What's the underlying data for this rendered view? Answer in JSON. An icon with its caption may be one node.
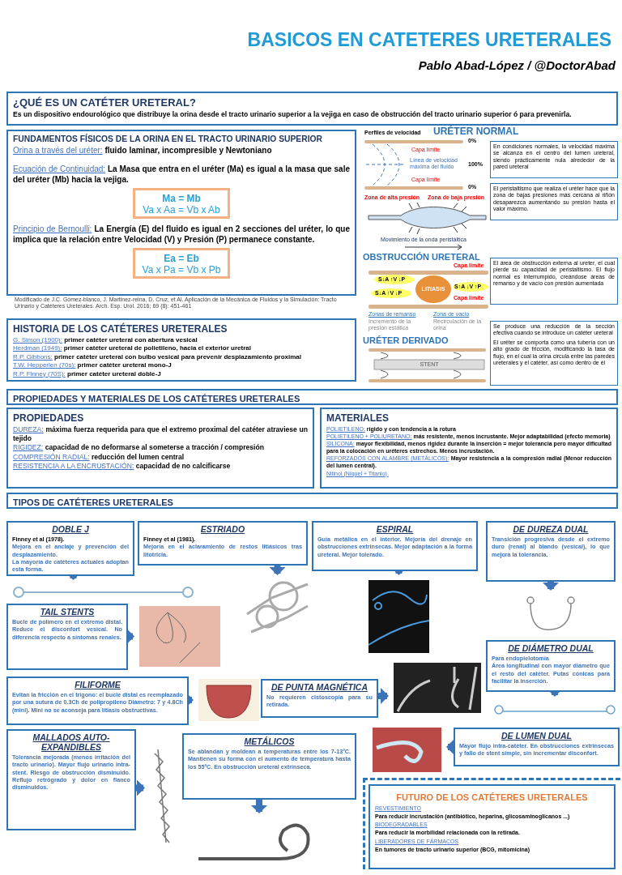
{
  "diagram": {
    "title": "BASICOS EN CATETERES URETERALES",
    "nodes": [
      {
        "text": [
          "¿QUÉ ES UN CATÉTER URETERAL?",
          "Es un dispositivo endourológico que distribuye la orina desde el tracto urinario superior a la vejiga en caso de obstrucción del tracto urinario superior ó para prevenirla."
        ]
      },
      {
        "text": [
          "FUNDAMENTOS FÍSICOS DE LA ORINA EN EL TRACTO URINARIO SUPERIOR",
          "Orina a través del uréter:",
          "fluido laminar, incompresible y Newtoniano",
          "Ecuación de Continuidad:",
          "La Masa que entra en el uréter (Ma) es igual a la masa que sale del uréter (Mb) hacia la vejiga.",
          "Principio de Bernoulli:",
          "La Energía (E) del fluido es igual en 2 secciones del uréter, lo que implica que la relación entre Velocidad (V) y Presión (P) permanece constante."
        ]
      },
      {
        "text": [
          "Ma = Mb",
          "Va x Aa = Vb x Ab"
        ],
        "in": 1
      },
      {
        "text": [
          "Ea = Eb",
          "Va x Pa = Vb x Pb"
        ],
        "in": 1
      },
      {
        "text": [
          "HISTORIA DE LOS CATÉTERES URETERALES",
          "G. Simon (1900):",
          "primer catéter ureteral con abertura vesical",
          "Herdman (1949):",
          "primer catéter ureteral de polietileno, hacia el exterior uretral",
          "R.P. Gibbons:",
          "primer catéter ureteral con bulbo vesical para prevenir desplazamiento proximal",
          "T.W. Hepperlen (70s):",
          "primer catéter ureteral mono-J",
          "R.P. Finney (70S):",
          "primer catéter ureteral doble-J"
        ]
      },
      {
        "text": [
          "En condiciones normales, la velocidad máxima se alcanza en el centro del lumen ureteral, siendo prácticamente nula alrededor de la pared ureteral"
        ]
      },
      {
        "text": [
          "El peristaltismo que realiza el uréter hace que la zona de bajas presiones más cercana al riñón desaparezca aumentando su presión hasta el valor máximo."
        ]
      },
      {
        "text": [
          "El área de obstrucción externa al ureter, el cual pierde su capacidad de peristaltismo. El flujo normal es interrumpido, creándose áreas de remanso y de vacío con presión aumentada"
        ]
      },
      {
        "text": [
          "Se produce una reducción de la sección efectiva cuando se introduce un catéter ureteral",
          "El uréter se comporta como una tubería con un alto grado de fricción, modificando la tasa de flujo, en el cual la orina circula entre las paredes ureterales y el catéter, así como dentro de él"
        ]
      },
      {
        "text": [
          "PROPIEDADES Y MATERIALES DE LOS CATÉTERES URETERALES"
        ]
      },
      {
        "text": [
          "PROPIEDADES",
          "DUREZA:",
          "máxima fuerza requerida para que el extremo proximal del catéter atraviese un tejido",
          "RIGIDEZ:",
          "capacidad de no deformarse al someterse a tracción / compresión",
          "COMPRESIÓN RADIAL:",
          "reducción del lumen central",
          "RESISTENCIA A LA ENCRUSTACIÓN:",
          "capacidad de no calcificarse"
        ]
      },
      {
        "text": [
          "MATERIALES",
          "POLIETILENO:",
          "rígido y con tendencia a la rotura",
          "POLIETILENO + POLIURETANO:",
          "más resistente, menos incrustante. Mejor adaptabilidad (efecto memoria)",
          "SILICONA:",
          "mayor flexibilidad, menos rigidez durante la inserción = mejor tolerancia pero mayor dificultad para la colocación en uréteres estrechos. Menos incrustación.",
          "REFORZADOS CON ALAMBRE (METÁLICOS):",
          "Mayor resistencia a la compresión radial (Menor reducción del lumen central).",
          "Nitinol (Níquel + Titanio)."
        ]
      },
      {
        "text": [
          "TIPOS DE CATÉTERES URETERALES"
        ]
      },
      {
        "text": [
          "DOBLE J",
          "Finney et al (1978).",
          "Mejora en el anclaje y prevención del desplazamiento.",
          "La mayoría de catéteres actuales adoptan esta forma."
        ]
      },
      {
        "text": [],
        "shape": "picture"
      },
      {
        "text": [
          "ESTRIADO",
          "Finney et al (1981).",
          "Mejoría en el aclaramiento de restos litiásicos tras litotricia."
        ]
      },
      {
        "text": [],
        "shape": "picture"
      },
      {
        "text": [
          "ESPIRAL",
          "Guía metálica en el interior. Mejoría del drenaje en obstrucciones extrínsecas. Mejor adaptación a la forma ureteral. Mejor tolerado."
        ]
      },
      {
        "text": [],
        "shape": "picture"
      },
      {
        "text": [
          "DE DUREZA DUAL",
          "Transición progresiva desde el extremo duro (renal) al blando (vesical), lo que mejora la tolerancia."
        ]
      },
      {
        "text": [],
        "shape": "picture"
      },
      {
        "text": [
          "TAIL STENTS",
          "Bucle de polímero en el extremo distal. Reduce el disconfort vesical. No diferencia respecto a síntomas renales."
        ]
      },
      {
        "text": [],
        "shape": "picture"
      },
      {
        "text": [
          "DE DIÁMETRO DUAL",
          "Para endopielotomía",
          "Área longitudinal con mayor diámetro que el resto del catéter. Putas cónicas para facilitar la inserción."
        ]
      },
      {
        "text": [],
        "shape": "picture"
      },
      {
        "text": [
          "FILIFORME",
          "Evitan la fricción en el trígono: el bucle distal es reemplazado por una sutura de 0.3Ch de polipropileno Diámetro: 7 y 4.8Ch (mini). Mini no se aconseja para litiasis obstructivas."
        ]
      },
      {
        "text": [],
        "shape": "picture"
      },
      {
        "text": [
          "DE PUNTA MAGNÉTICA",
          "No requieren cistoscopia para su retirada."
        ]
      },
      {
        "text": [],
        "shape": "picture"
      },
      {
        "text": [
          "DE LUMEN DUAL",
          "Mayor flujo intra-catéter. En obstrucciones extrínsecas y fallo de stent simple, sin incrementar disconfort."
        ]
      },
      {
        "text": [],
        "shape": "picture"
      },
      {
        "text": [
          "MALLADOS AUTO-EXPANDIBLES",
          "Tolerancia mejorada (menos irritación del tracto urinario). Mayor flujo urinario intra-stent. Riesgo de obstrucción disminuido. Reflujo retrógrado y dolor en flanco disminuidos."
        ]
      },
      {
        "text": [],
        "shape": "picture"
      },
      {
        "text": [
          "METÁLICOS",
          "Se ablandan y moldean a temperaturas entre los 7-13ºC. Mantienen su forma con el aumento de temperatura hasta los 55ºC. En obstrucción ureteral extrínseca."
        ]
      },
      {
        "text": [],
        "shape": "picture"
      },
      {
        "text": [
          "FUTURO DE LOS CATÉTERES URETERALES",
          "REVESTIMIENTO",
          "Para reducir incrustación (antibiótico, heparina, glicosaminoglicanos ...)",
          "BIODEGRADABLES",
          "Para reducir la morbilidad relacionada con la retirada.",
          "LIBERADORES DE FÁRMACOS",
          "En tumores de tracto urinario superior (BCG, mitomicina)"
        ]
      }
    ],
    "edges": [
      {
        "from": 13,
        "to": 14,
        "arrow": "to"
      },
      {
        "from": 15,
        "to": 16,
        "arrow": "to"
      },
      {
        "from": 17,
        "to": 18,
        "arrow": "to"
      },
      {
        "from": 19,
        "to": 20,
        "arrow": "to"
      },
      {
        "from": 21,
        "to": 22,
        "arrow": "to"
      },
      {
        "from": 23,
        "to": 24,
        "arrow": "to"
      },
      {
        "from": 25,
        "to": 26,
        "arrow": "to"
      },
      {
        "from": 27,
        "to": 28,
        "arrow": "to"
      },
      {
        "from": 29,
        "to": 30,
        "arrow": "to"
      },
      {
        "from": 31,
        "to": 32,
        "arrow": "to"
      },
      {
        "from": 33,
        "to": 34,
        "arrow": "to"
      }
    ],
    "labels": [
      "Pablo Abad-López / @DoctorAbad",
      "Modificado de J.C. Gómez-blanco, J. Martinez-reina, D. Cruz, et Al. Aplicación de la Mecánica de Fluidos y la Simulación: Tracto Urinario y Catéteres Ureterales. Arch. Esp. Urol. 2016; 69 (8): 451-461",
      "Perfiles de velocidad",
      "URÉTER NORMAL",
      "Capa límite",
      "Línea de velocidad máxima del fluido",
      "Capa límite",
      "0%",
      "100%",
      "0%",
      "Zona de alta presión",
      "Zona de baja presión",
      "Movimiento de la onda peristáltica",
      "OBSTRUCCIÓN URETERAL",
      "Capa límite",
      "S↓A ↑V ↓P",
      "LITIASIS",
      "S↓A ↑V ↓P",
      "S↑A ↓V ↑P",
      "Capa límite",
      "Zonas de remanso",
      "Incremento de la presión estática",
      "Zona de vacío",
      "Recirculación de la orina",
      "URÉTER DERIVADO",
      "STENT"
    ]
  }
}
